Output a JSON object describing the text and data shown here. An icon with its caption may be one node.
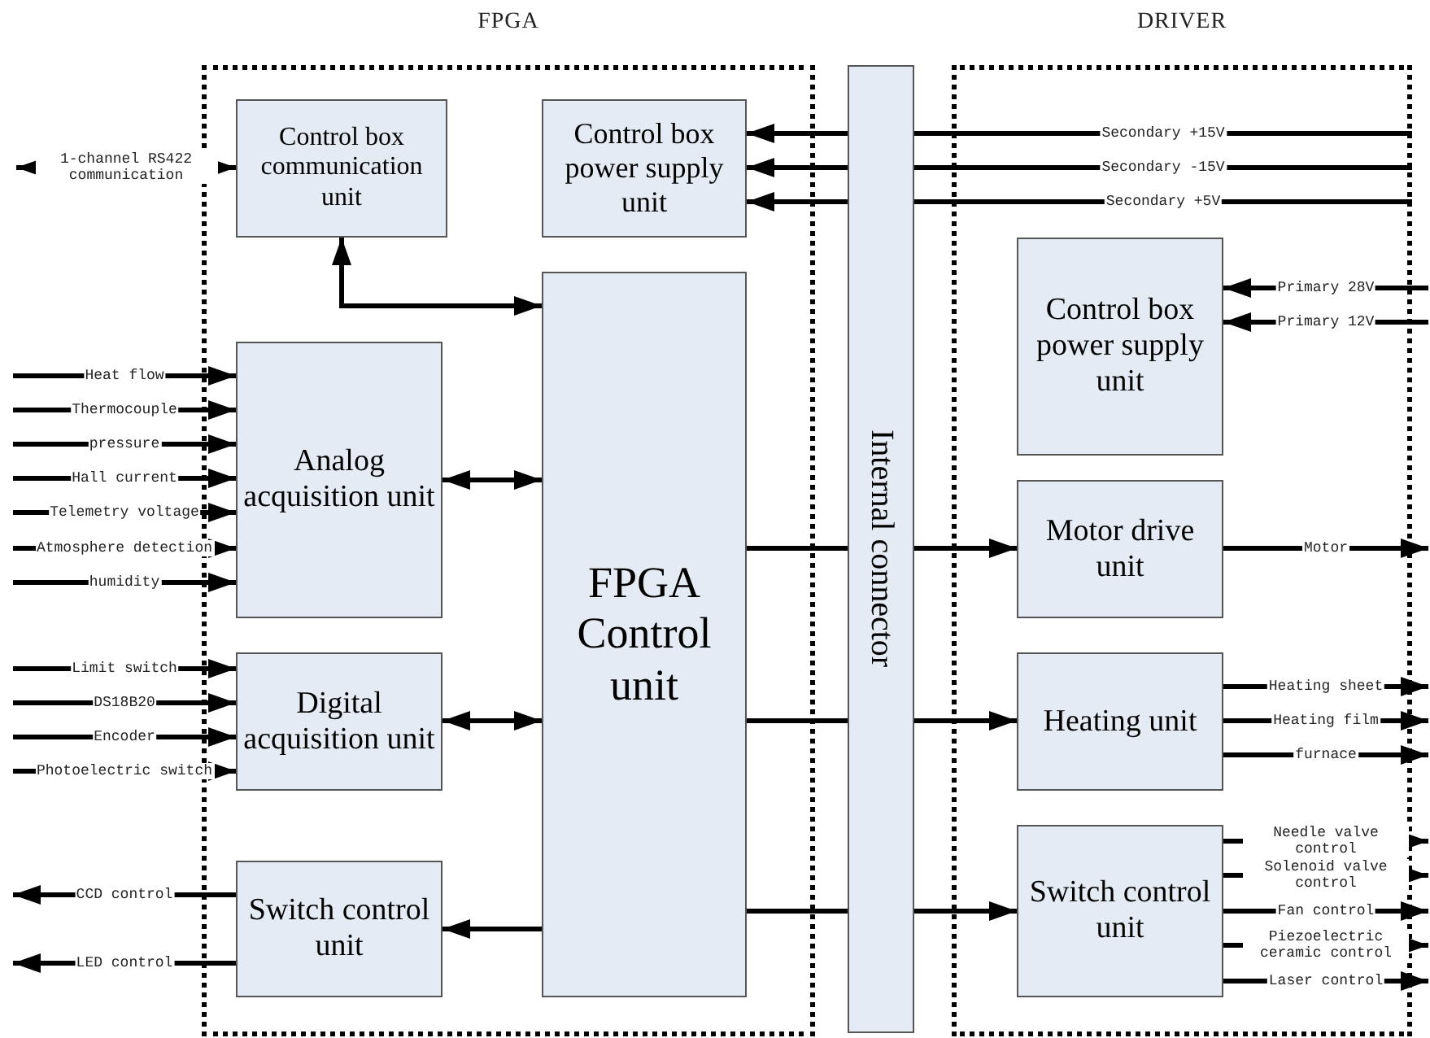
{
  "diagram": {
    "nodes": [
      {
        "text": [
          "FPGA"
        ]
      },
      {
        "text": [
          "DRIVER"
        ]
      },
      {
        "text": [
          "Control box communication unit"
        ],
        "in": 0
      },
      {
        "text": [
          "Control box power supply unit"
        ],
        "in": 0
      },
      {
        "text": [
          "Analog acquisition unit"
        ],
        "in": 0
      },
      {
        "text": [
          "Digital acquisition unit"
        ],
        "in": 0
      },
      {
        "text": [
          "FPGA Control unit"
        ],
        "in": 0
      },
      {
        "text": [
          "Switch control unit"
        ],
        "in": 0
      },
      {
        "text": [
          "Internal connector"
        ]
      },
      {
        "text": [
          "Control box power supply unit"
        ],
        "in": 1
      },
      {
        "text": [
          "Motor drive unit"
        ],
        "in": 1
      },
      {
        "text": [
          "Heating unit"
        ],
        "in": 1
      },
      {
        "text": [
          "Switch control unit"
        ],
        "in": 1
      }
    ],
    "edges": [
      {
        "from": null,
        "to": 2,
        "arrow": "both",
        "label": "1-channel RS422 communication"
      },
      {
        "from": 2,
        "to": 6,
        "arrow": "both"
      },
      {
        "from": null,
        "to": 4,
        "arrow": "to",
        "label": "Heat flow"
      },
      {
        "from": null,
        "to": 4,
        "arrow": "to",
        "label": "Thermocouple"
      },
      {
        "from": null,
        "to": 4,
        "arrow": "to",
        "label": "pressure"
      },
      {
        "from": null,
        "to": 4,
        "arrow": "to",
        "label": "Hall current"
      },
      {
        "from": null,
        "to": 4,
        "arrow": "to",
        "label": "Telemetry voltage"
      },
      {
        "from": null,
        "to": 4,
        "arrow": "to",
        "label": "Atmosphere detection"
      },
      {
        "from": null,
        "to": 4,
        "arrow": "to",
        "label": "humidity"
      },
      {
        "from": 4,
        "to": 6,
        "arrow": "both"
      },
      {
        "from": null,
        "to": 5,
        "arrow": "to",
        "label": "Limit switch"
      },
      {
        "from": null,
        "to": 5,
        "arrow": "to",
        "label": "DS18B20"
      },
      {
        "from": null,
        "to": 5,
        "arrow": "to",
        "label": "Encoder"
      },
      {
        "from": null,
        "to": 5,
        "arrow": "to",
        "label": "Photoelectric switch"
      },
      {
        "from": 5,
        "to": 6,
        "arrow": "both"
      },
      {
        "from": 6,
        "to": 7,
        "arrow": "to"
      },
      {
        "from": 7,
        "to": null,
        "arrow": "to",
        "label": "CCD control"
      },
      {
        "from": 7,
        "to": null,
        "arrow": "to",
        "label": "LED control"
      },
      {
        "from": 1,
        "to": 8,
        "arrow": "none",
        "label": "Secondary +15V"
      },
      {
        "from": 8,
        "to": 3,
        "arrow": "to"
      },
      {
        "from": 1,
        "to": 8,
        "arrow": "none",
        "label": "Secondary -15V"
      },
      {
        "from": 8,
        "to": 3,
        "arrow": "to"
      },
      {
        "from": 1,
        "to": 8,
        "arrow": "none",
        "label": "Secondary +5V"
      },
      {
        "from": 8,
        "to": 3,
        "arrow": "to"
      },
      {
        "from": 6,
        "to": 8,
        "arrow": "none"
      },
      {
        "from": 8,
        "to": 10,
        "arrow": "to"
      },
      {
        "from": 6,
        "to": 8,
        "arrow": "none"
      },
      {
        "from": 8,
        "to": 11,
        "arrow": "to"
      },
      {
        "from": 6,
        "to": 8,
        "arrow": "none"
      },
      {
        "from": 8,
        "to": 12,
        "arrow": "to"
      },
      {
        "from": null,
        "to": 9,
        "arrow": "to",
        "label": "Primary 28V"
      },
      {
        "from": null,
        "to": 9,
        "arrow": "to",
        "label": "Primary 12V"
      },
      {
        "from": 10,
        "to": null,
        "arrow": "to",
        "label": "Motor"
      },
      {
        "from": 11,
        "to": null,
        "arrow": "to",
        "label": "Heating sheet"
      },
      {
        "from": 11,
        "to": null,
        "arrow": "to",
        "label": "Heating film"
      },
      {
        "from": 11,
        "to": null,
        "arrow": "to",
        "label": "furnace"
      },
      {
        "from": 12,
        "to": null,
        "arrow": "to",
        "label": "Needle valve control"
      },
      {
        "from": 12,
        "to": null,
        "arrow": "to",
        "label": "Solenoid valve control"
      },
      {
        "from": 12,
        "to": null,
        "arrow": "to",
        "label": "Fan control"
      },
      {
        "from": 12,
        "to": null,
        "arrow": "to",
        "label": "Piezoelectric ceramic control"
      },
      {
        "from": 12,
        "to": null,
        "arrow": "to",
        "label": "Laser control"
      }
    ]
  }
}
